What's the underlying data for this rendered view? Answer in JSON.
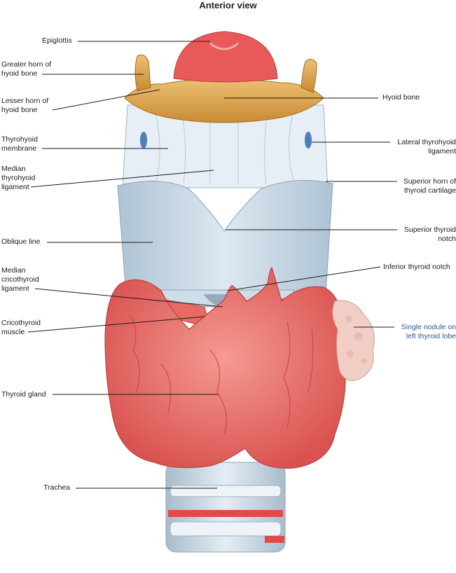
{
  "title": "Anterior view",
  "colors": {
    "gland": "#e9706a",
    "gland_dark": "#c94b4b",
    "cartilage": "#c9d9e6",
    "hyoid": "#d9a04a",
    "epiglottis": "#e85a5a",
    "nodule": "#f1cfc6",
    "leader_line": "#1a1a1a",
    "highlight_label": "#2a5a8c"
  },
  "labels_left": {
    "epiglottis": "Epiglottis",
    "greater_horn": "Greater horn of hyoid bone",
    "lesser_horn": "Lesser horn of hyoid bone",
    "thyrohyoid_membrane": "Thyrohyoid membrane",
    "median_thyrohyoid": "Median thyrohyoid ligament",
    "oblique_line": "Oblique line",
    "median_cricothyroid": "Median cricothyroid ligament",
    "cricothyroid_muscle": "Cricothyroid muscle",
    "thyroid_gland": "Thyroid gland",
    "trachea": "Trachea"
  },
  "labels_right": {
    "hyoid_bone": "Hyoid bone",
    "lateral_thyrohyoid": "Lateral thyrohyoid ligament",
    "superior_horn": "Superior horn of thyroid cartilage",
    "superior_notch": "Superior thyroid notch",
    "inferior_notch": "Inferior thyroid notch",
    "single_nodule": "Single nodule on left thyroid lobe"
  }
}
